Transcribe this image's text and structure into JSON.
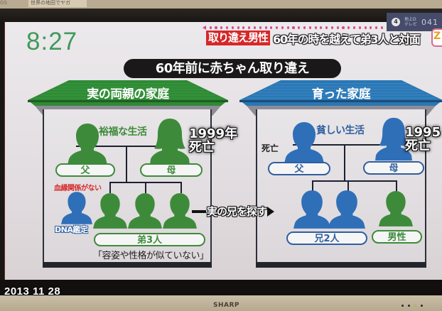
{
  "environment": {
    "book_spine_text": "世界の地田でヤガ",
    "corner_text": "OS",
    "tv_brand": "SHARP",
    "date_stamp": "2013 11 28"
  },
  "broadcast": {
    "clock": "8:27",
    "headline_tag": "取り違え男性",
    "headline_text": "60年の時を越えて弟3人と対面",
    "channel_number": "4",
    "channel_label_line1": "地上D",
    "channel_label_line2": "テレビ",
    "channel_code": "041",
    "station_logo": "Z"
  },
  "diagram": {
    "title": "60年前に赤ちゃん取り違え",
    "colors": {
      "green": "#3d8b3a",
      "blue": "#2f6fb8",
      "red": "#d5282a",
      "roof_green": "#2f8a35",
      "roof_blue": "#2a77b5"
    },
    "biological_family": {
      "roof_label": "実の両親の家庭",
      "lifestyle": "裕福な生活",
      "father_label": "父",
      "mother_label": "母",
      "mother_death_year": "1999年",
      "mother_death_label": "死亡",
      "no_blood_relation": "血縁関係がない",
      "dna_test_label": "DNA鑑定",
      "siblings_label": "弟3人",
      "siblings_quote": "「容姿や性格が似ていない」"
    },
    "raised_family": {
      "roof_label": "育った家庭",
      "lifestyle": "貧しい生活",
      "father_death_label": "死亡",
      "father_label": "父",
      "mother_label": "母",
      "mother_death_year": "1995",
      "mother_death_label": "死亡",
      "brothers_label": "兄2人",
      "man_label": "男性"
    },
    "arrow_label": "実の兄を探す"
  }
}
